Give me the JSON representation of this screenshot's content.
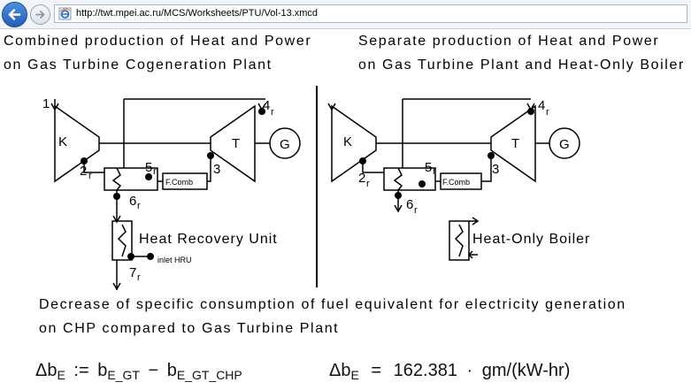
{
  "browser": {
    "url": "http://twt.mpei.ac.ru/MCS/Worksheets/PTU/Vol-13.xmcd"
  },
  "left_section": {
    "title_line1": "Combined production of Heat and Power",
    "title_line2": "on Gas Turbine Cogeneration Plant"
  },
  "right_section": {
    "title_line1": "Separate production of Heat and Power",
    "title_line2": "on Gas Turbine Plant and Heat-Only Boiler"
  },
  "left_diagram": {
    "compressor": "K",
    "turbine": "T",
    "generator": "G",
    "combustor": "F.Comb",
    "heat_unit": "Heat Recovery Unit",
    "inlet_label": "inlet HRU",
    "points": {
      "p1": "1",
      "p2": "2",
      "p3": "3",
      "p4": "4",
      "p5": "5",
      "p6": "6",
      "p7": "7",
      "r": "r"
    }
  },
  "right_diagram": {
    "compressor": "K",
    "turbine": "T",
    "generator": "G",
    "combustor": "F.Comb",
    "heat_unit": "Heat-Only Boiler",
    "points": {
      "p2": "2",
      "p3": "3",
      "p4": "4",
      "p5": "5",
      "p6": "6",
      "r": "r"
    }
  },
  "description": {
    "line1": "Decrease of specific consumption of fuel equivalent for electricity generation",
    "line2": "on CHP compared to Gas Turbine Plant"
  },
  "formula": {
    "delta": "Δb",
    "sub_E": "E",
    "assign": ":=",
    "b1": "b",
    "b1_sub": "E_GT",
    "minus": "−",
    "b2": "b",
    "b2_sub": "E_GT_CHP",
    "result_delta": "Δb",
    "result_sub": "E",
    "equals": "=",
    "value": "162.381",
    "dot": "·",
    "unit": "gm/(kW-hr)"
  }
}
